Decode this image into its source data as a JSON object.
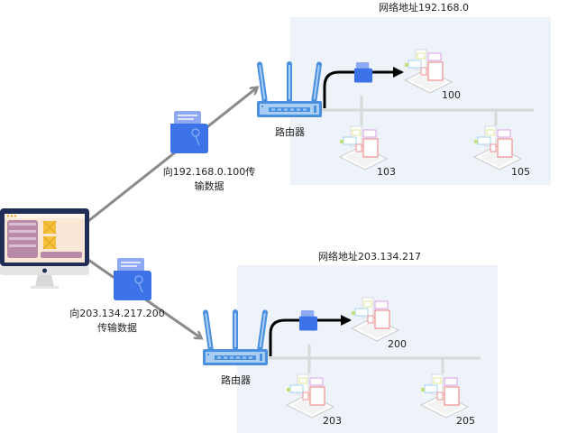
{
  "networks": [
    {
      "title": "网络地址192.168.0",
      "router_label": "路由器",
      "hosts": [
        {
          "label": "100",
          "role": "destination"
        },
        {
          "label": "103",
          "role": "member"
        },
        {
          "label": "105",
          "role": "member"
        }
      ]
    },
    {
      "title": "网络地址203.134.217",
      "router_label": "路由器",
      "hosts": [
        {
          "label": "200",
          "role": "destination"
        },
        {
          "label": "203",
          "role": "member"
        },
        {
          "label": "205",
          "role": "member"
        }
      ]
    }
  ],
  "transfers": [
    {
      "line1": "向192.168.0.100传",
      "line2": "输数据"
    },
    {
      "line1": "向203.134.217.200",
      "line2": "传输数据"
    }
  ],
  "source": {
    "name": "desktop-computer"
  },
  "colors": {
    "panel_bg": "#eef3fa",
    "router_blue": "#4a8fe0",
    "router_light": "#a9cdf3",
    "folder_blue": "#3d73e8",
    "arrow_gray": "#8a8a8a",
    "bus_gray": "#d8d8d8",
    "monitor_navy": "#1f2d57",
    "monitor_screen": "#fbe7d6",
    "purple": "#b88aa8",
    "yellow": "#f4c23c"
  }
}
